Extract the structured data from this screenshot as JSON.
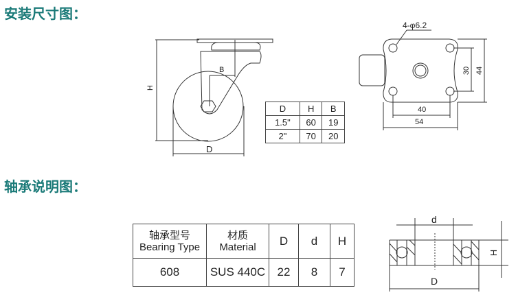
{
  "sections": {
    "install_title": "安装尺寸图：",
    "bearing_title": "轴承说明图："
  },
  "caster_diagram": {
    "h_label": "H",
    "b_label": "B",
    "d_label": "D"
  },
  "size_table": {
    "headers": [
      "D",
      "H",
      "B"
    ],
    "rows": [
      [
        "1.5\"",
        "60",
        "19"
      ],
      [
        "2\"",
        "70",
        "20"
      ]
    ]
  },
  "plate_diagram": {
    "hole_label": "4-φ6.2",
    "dim_30": "30",
    "dim_44": "44",
    "dim_40": "40",
    "dim_54": "54"
  },
  "bearing_table": {
    "headers": [
      {
        "cn": "轴承型号",
        "en": "Bearing Type"
      },
      {
        "cn": "材质",
        "en": "Material"
      },
      {
        "cn": "",
        "en": "D"
      },
      {
        "cn": "",
        "en": "d"
      },
      {
        "cn": "",
        "en": "H"
      }
    ],
    "row": [
      "608",
      "SUS 440C",
      "22",
      "8",
      "7"
    ]
  },
  "bearing_diagram": {
    "d_label": "d",
    "D_label": "D",
    "H_label": "H"
  },
  "colors": {
    "title": "#1a7a78",
    "line": "#333333"
  }
}
